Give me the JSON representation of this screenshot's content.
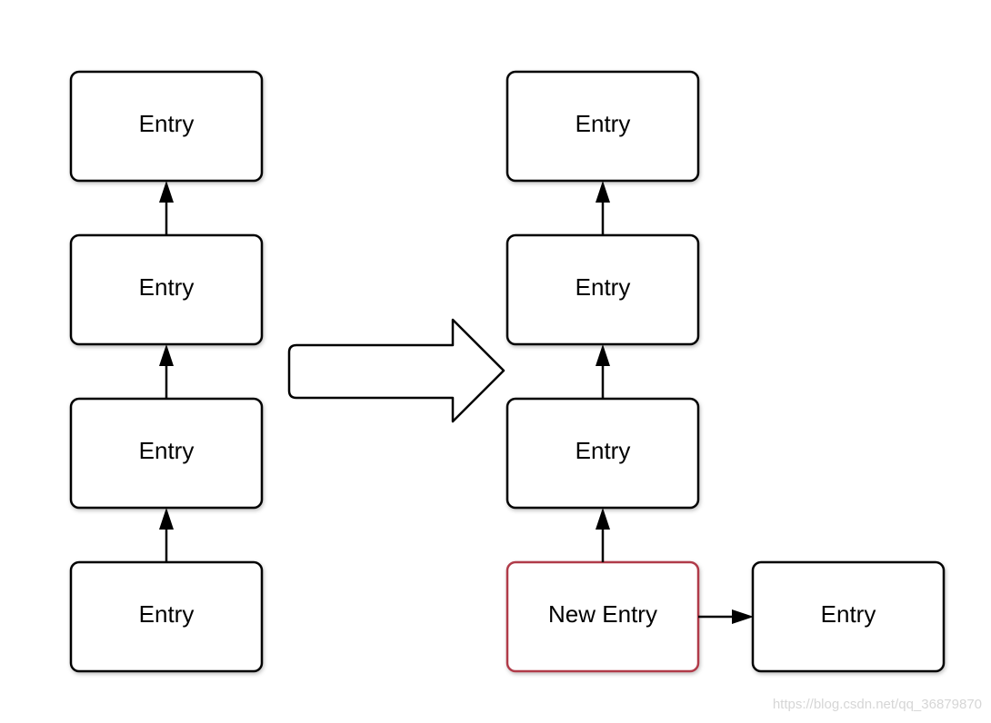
{
  "nodes": {
    "left_1": "Entry",
    "left_2": "Entry",
    "left_3": "Entry",
    "left_4": "Entry",
    "right_1": "Entry",
    "right_2": "Entry",
    "right_3": "Entry",
    "right_new": "New Entry",
    "right_side": "Entry"
  },
  "colors": {
    "stroke": "#000000",
    "highlight": "#b03a48",
    "fill": "#ffffff"
  },
  "watermark": "https://blog.csdn.net/qq_36879870"
}
